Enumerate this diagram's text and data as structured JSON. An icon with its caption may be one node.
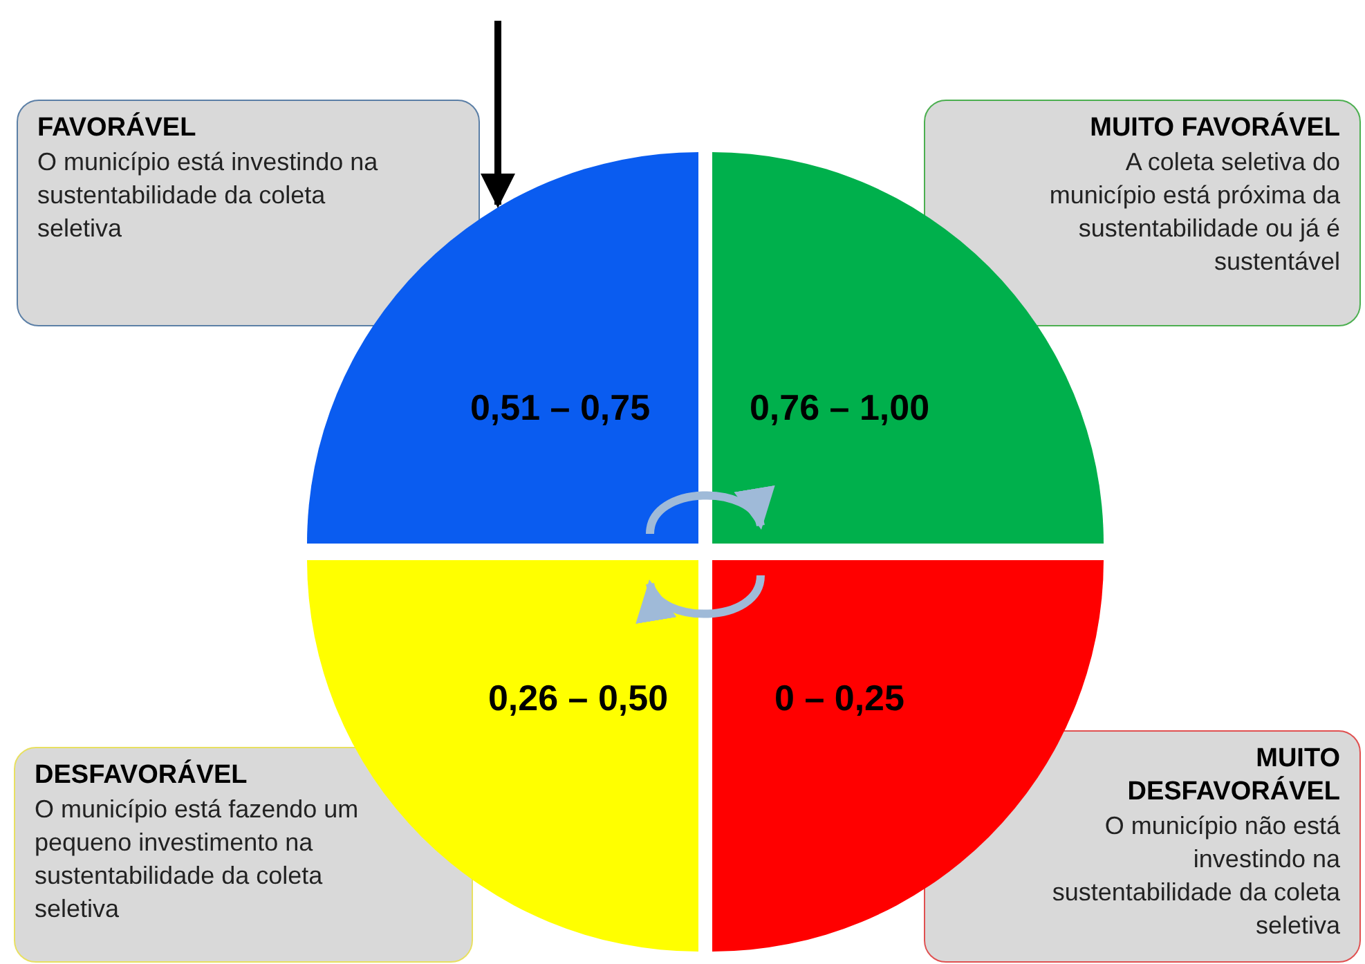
{
  "diagram": {
    "nodes": [
      {
        "text": [
          "FAVORÁVEL",
          "O município está investindo na sustentabilidade da coleta seletiva"
        ]
      },
      {
        "text": [
          "MUITO FAVORÁVEL",
          "A coleta seletiva do município está próxima da sustentabilidade ou já é sustentável"
        ]
      },
      {
        "text": [
          "0,51 – 0,75"
        ]
      },
      {
        "text": [
          "0,76 – 1,00"
        ]
      },
      {
        "text": [
          "0,26 – 0,50"
        ]
      },
      {
        "text": [
          "0 – 0,25"
        ]
      },
      {
        "text": [
          "DESFAVORÁVEL",
          "O município está fazendo um pequeno investimento na sustentabilidade da coleta seletiva"
        ]
      },
      {
        "text": [
          "MUITO DESFAVORÁVEL",
          "O município não está investindo na sustentabilidade da coleta seletiva"
        ]
      }
    ],
    "edges": [
      {
        "from": null,
        "to": 2,
        "arrow": "to",
        "color": "#000000"
      },
      {
        "from": 2,
        "to": 3,
        "arrow": "to"
      },
      {
        "from": 5,
        "to": 4,
        "arrow": "to"
      }
    ]
  }
}
